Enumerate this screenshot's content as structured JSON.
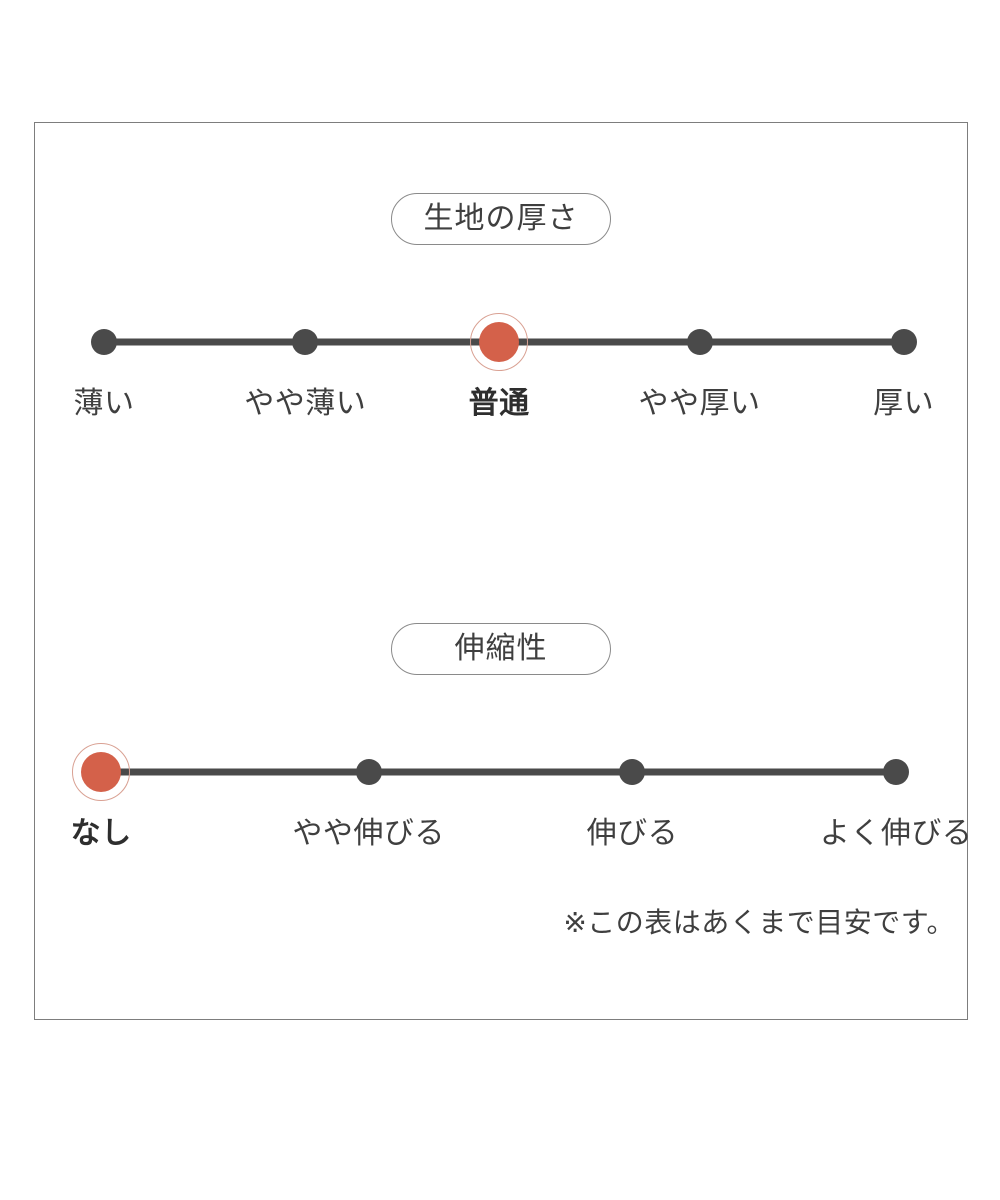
{
  "colors": {
    "active": "#d4614a",
    "ring": "#d9a193",
    "track": "#4a4a4a",
    "frame": "#7d7d7d",
    "text": "#3f3f3f"
  },
  "sections": [
    {
      "id": "thickness",
      "title": "生地の厚さ",
      "selected_index": 2,
      "points": [
        {
          "label": "薄い",
          "x_pct": 7.4
        },
        {
          "label": "やや薄い",
          "x_pct": 29.0
        },
        {
          "label": "普通",
          "x_pct": 49.8
        },
        {
          "label": "やや厚い",
          "x_pct": 71.3
        },
        {
          "label": "厚い",
          "x_pct": 93.2
        }
      ]
    },
    {
      "id": "stretch",
      "title": "伸縮性",
      "selected_index": 0,
      "points": [
        {
          "label": "なし",
          "x_pct": 7.1
        },
        {
          "label": "やや伸びる",
          "x_pct": 35.8
        },
        {
          "label": "伸びる",
          "x_pct": 64.1
        },
        {
          "label": "よく伸びる",
          "x_pct": 92.4
        }
      ]
    }
  ],
  "footnote": "※この表はあくまで目安です。",
  "chart_data": {
    "type": "table",
    "title": "",
    "charts": [
      {
        "name": "生地の厚さ",
        "categories": [
          "薄い",
          "やや薄い",
          "普通",
          "やや厚い",
          "厚い"
        ],
        "selected": "普通",
        "selected_index": 2,
        "scale_points": 5
      },
      {
        "name": "伸縮性",
        "categories": [
          "なし",
          "やや伸びる",
          "伸びる",
          "よく伸びる"
        ],
        "selected": "なし",
        "selected_index": 0,
        "scale_points": 4
      }
    ],
    "note": "※この表はあくまで目安です。"
  }
}
